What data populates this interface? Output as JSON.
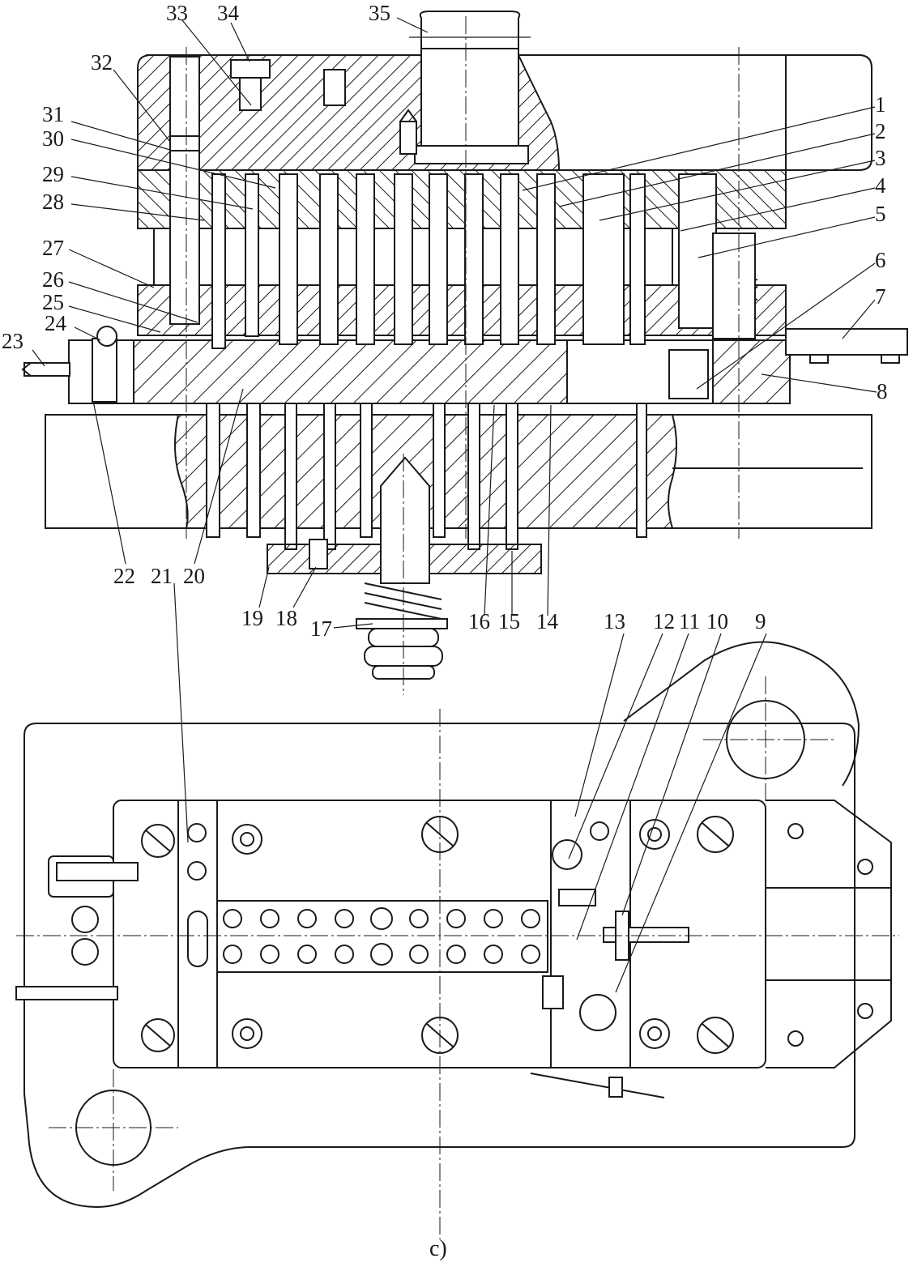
{
  "drawing": {
    "caption": "c)",
    "part_labels": [
      "1",
      "2",
      "3",
      "4",
      "5",
      "6",
      "7",
      "8",
      "9",
      "10",
      "11",
      "12",
      "13",
      "14",
      "15",
      "16",
      "17",
      "18",
      "19",
      "20",
      "21",
      "22",
      "23",
      "24",
      "25",
      "26",
      "27",
      "28",
      "29",
      "30",
      "31",
      "32",
      "33",
      "34",
      "35"
    ]
  },
  "labels": {
    "p1": "1",
    "p2": "2",
    "p3": "3",
    "p4": "4",
    "p5": "5",
    "p6": "6",
    "p7": "7",
    "p8": "8",
    "p9": "9",
    "p10": "10",
    "p11": "11",
    "p12": "12",
    "p13": "13",
    "p14": "14",
    "p15": "15",
    "p16": "16",
    "p17": "17",
    "p18": "18",
    "p19": "19",
    "p20": "20",
    "p21": "21",
    "p22": "22",
    "p23": "23",
    "p24": "24",
    "p25": "25",
    "p26": "26",
    "p27": "27",
    "p28": "28",
    "p29": "29",
    "p30": "30",
    "p31": "31",
    "p32": "32",
    "p33": "33",
    "p34": "34",
    "p35": "35"
  }
}
